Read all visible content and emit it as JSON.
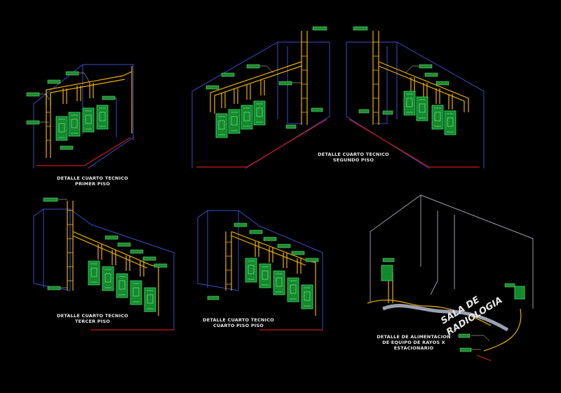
{
  "captions": {
    "first_floor_l1": "DETALLE CUARTO TECNICO",
    "first_floor_l2": "PRIMER PISO",
    "second_floor_l1": "DETALLE CUARTO TECNICO",
    "second_floor_l2": "SEGUNDO PISO",
    "third_floor_l1": "DETALLE CUARTO TECNICO",
    "third_floor_l2": "TERCER PISO",
    "fourth_floor_l1": "DETALLE CUARTO TECNICO",
    "fourth_floor_l2": "CUARTO PISO PISO",
    "xray_l1": "DETALLE DE ALIMENTACION",
    "xray_l2": "DE EQUIPO DE RAYOS X",
    "xray_l3": "ESTACIONARIO",
    "room_l1": "SALA DE",
    "room_l2": "RADIOLOGIA"
  },
  "colors": {
    "background": "#000000",
    "walls": "#3c4cc8",
    "floor_edges": "#d01818",
    "cable_trays": "#f0b000",
    "panels": "#138a2c",
    "tags": "#1e8a2e"
  }
}
